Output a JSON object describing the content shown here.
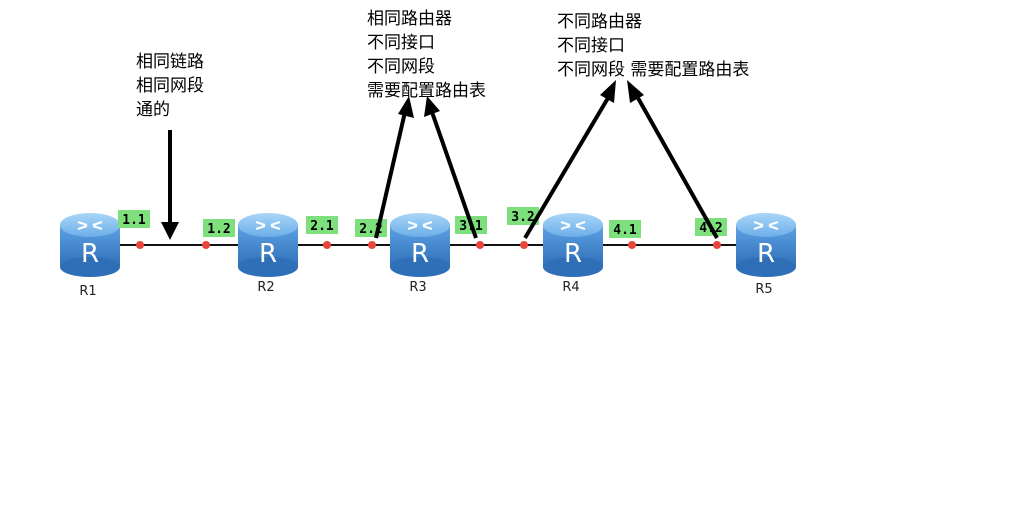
{
  "routers": [
    {
      "name": "R1"
    },
    {
      "name": "R2"
    },
    {
      "name": "R3"
    },
    {
      "name": "R4"
    },
    {
      "name": "R5"
    }
  ],
  "router_glyph": "R",
  "ports": [
    {
      "label": "1.1"
    },
    {
      "label": "1.2"
    },
    {
      "label": "2.1"
    },
    {
      "label": "2.2"
    },
    {
      "label": "3.1"
    },
    {
      "label": "3.2"
    },
    {
      "label": "4.1"
    },
    {
      "label": "4.2"
    }
  ],
  "annotations": {
    "same_link": [
      "相同链路",
      "相同网段",
      "通的"
    ],
    "same_router": [
      "相同路由器",
      "不同接口",
      "不同网段",
      "需要配置路由表"
    ],
    "diff_router": [
      "不同路由器",
      "不同接口",
      "不同网段 需要配置路由表"
    ]
  },
  "colors": {
    "link": "#111111",
    "port_dot": "#e8463a",
    "label_bg": "#7de07d",
    "router_body": "#4a90d9",
    "router_top": "#8cc3f0",
    "arrow": "#000000"
  },
  "icons": {
    "router": "router-icon",
    "arrow": "arrow-icon"
  }
}
